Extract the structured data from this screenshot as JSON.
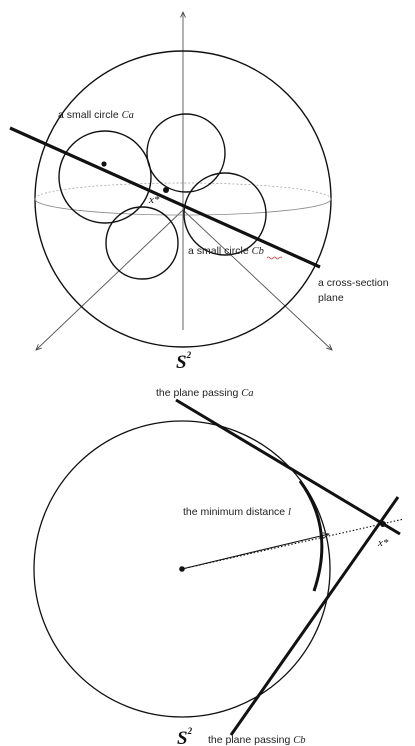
{
  "top": {
    "label_small_circle_a": "a small circle ",
    "label_small_circle_a_symbol": "Ca",
    "label_point_x": "x*",
    "label_small_circle_b": "a small circle ",
    "label_small_circle_b_symbol": "Cb",
    "label_cross_section_line1": "a cross-section",
    "label_cross_section_line2": "plane",
    "label_sphere": "S",
    "label_sphere_exp": "2"
  },
  "bottom": {
    "label_plane_a": "the plane passing ",
    "label_plane_a_symbol": "Ca",
    "label_min_distance": "the minimum distance ",
    "label_min_distance_symbol": "l",
    "label_point_x": "x*",
    "label_sphere": "S",
    "label_sphere_exp": "2",
    "label_plane_b": "the plane passing ",
    "label_plane_b_symbol": "Cb"
  },
  "colors": {
    "stroke": "#111111",
    "axis": "#555555",
    "misspelling_underline": "#d04040"
  }
}
